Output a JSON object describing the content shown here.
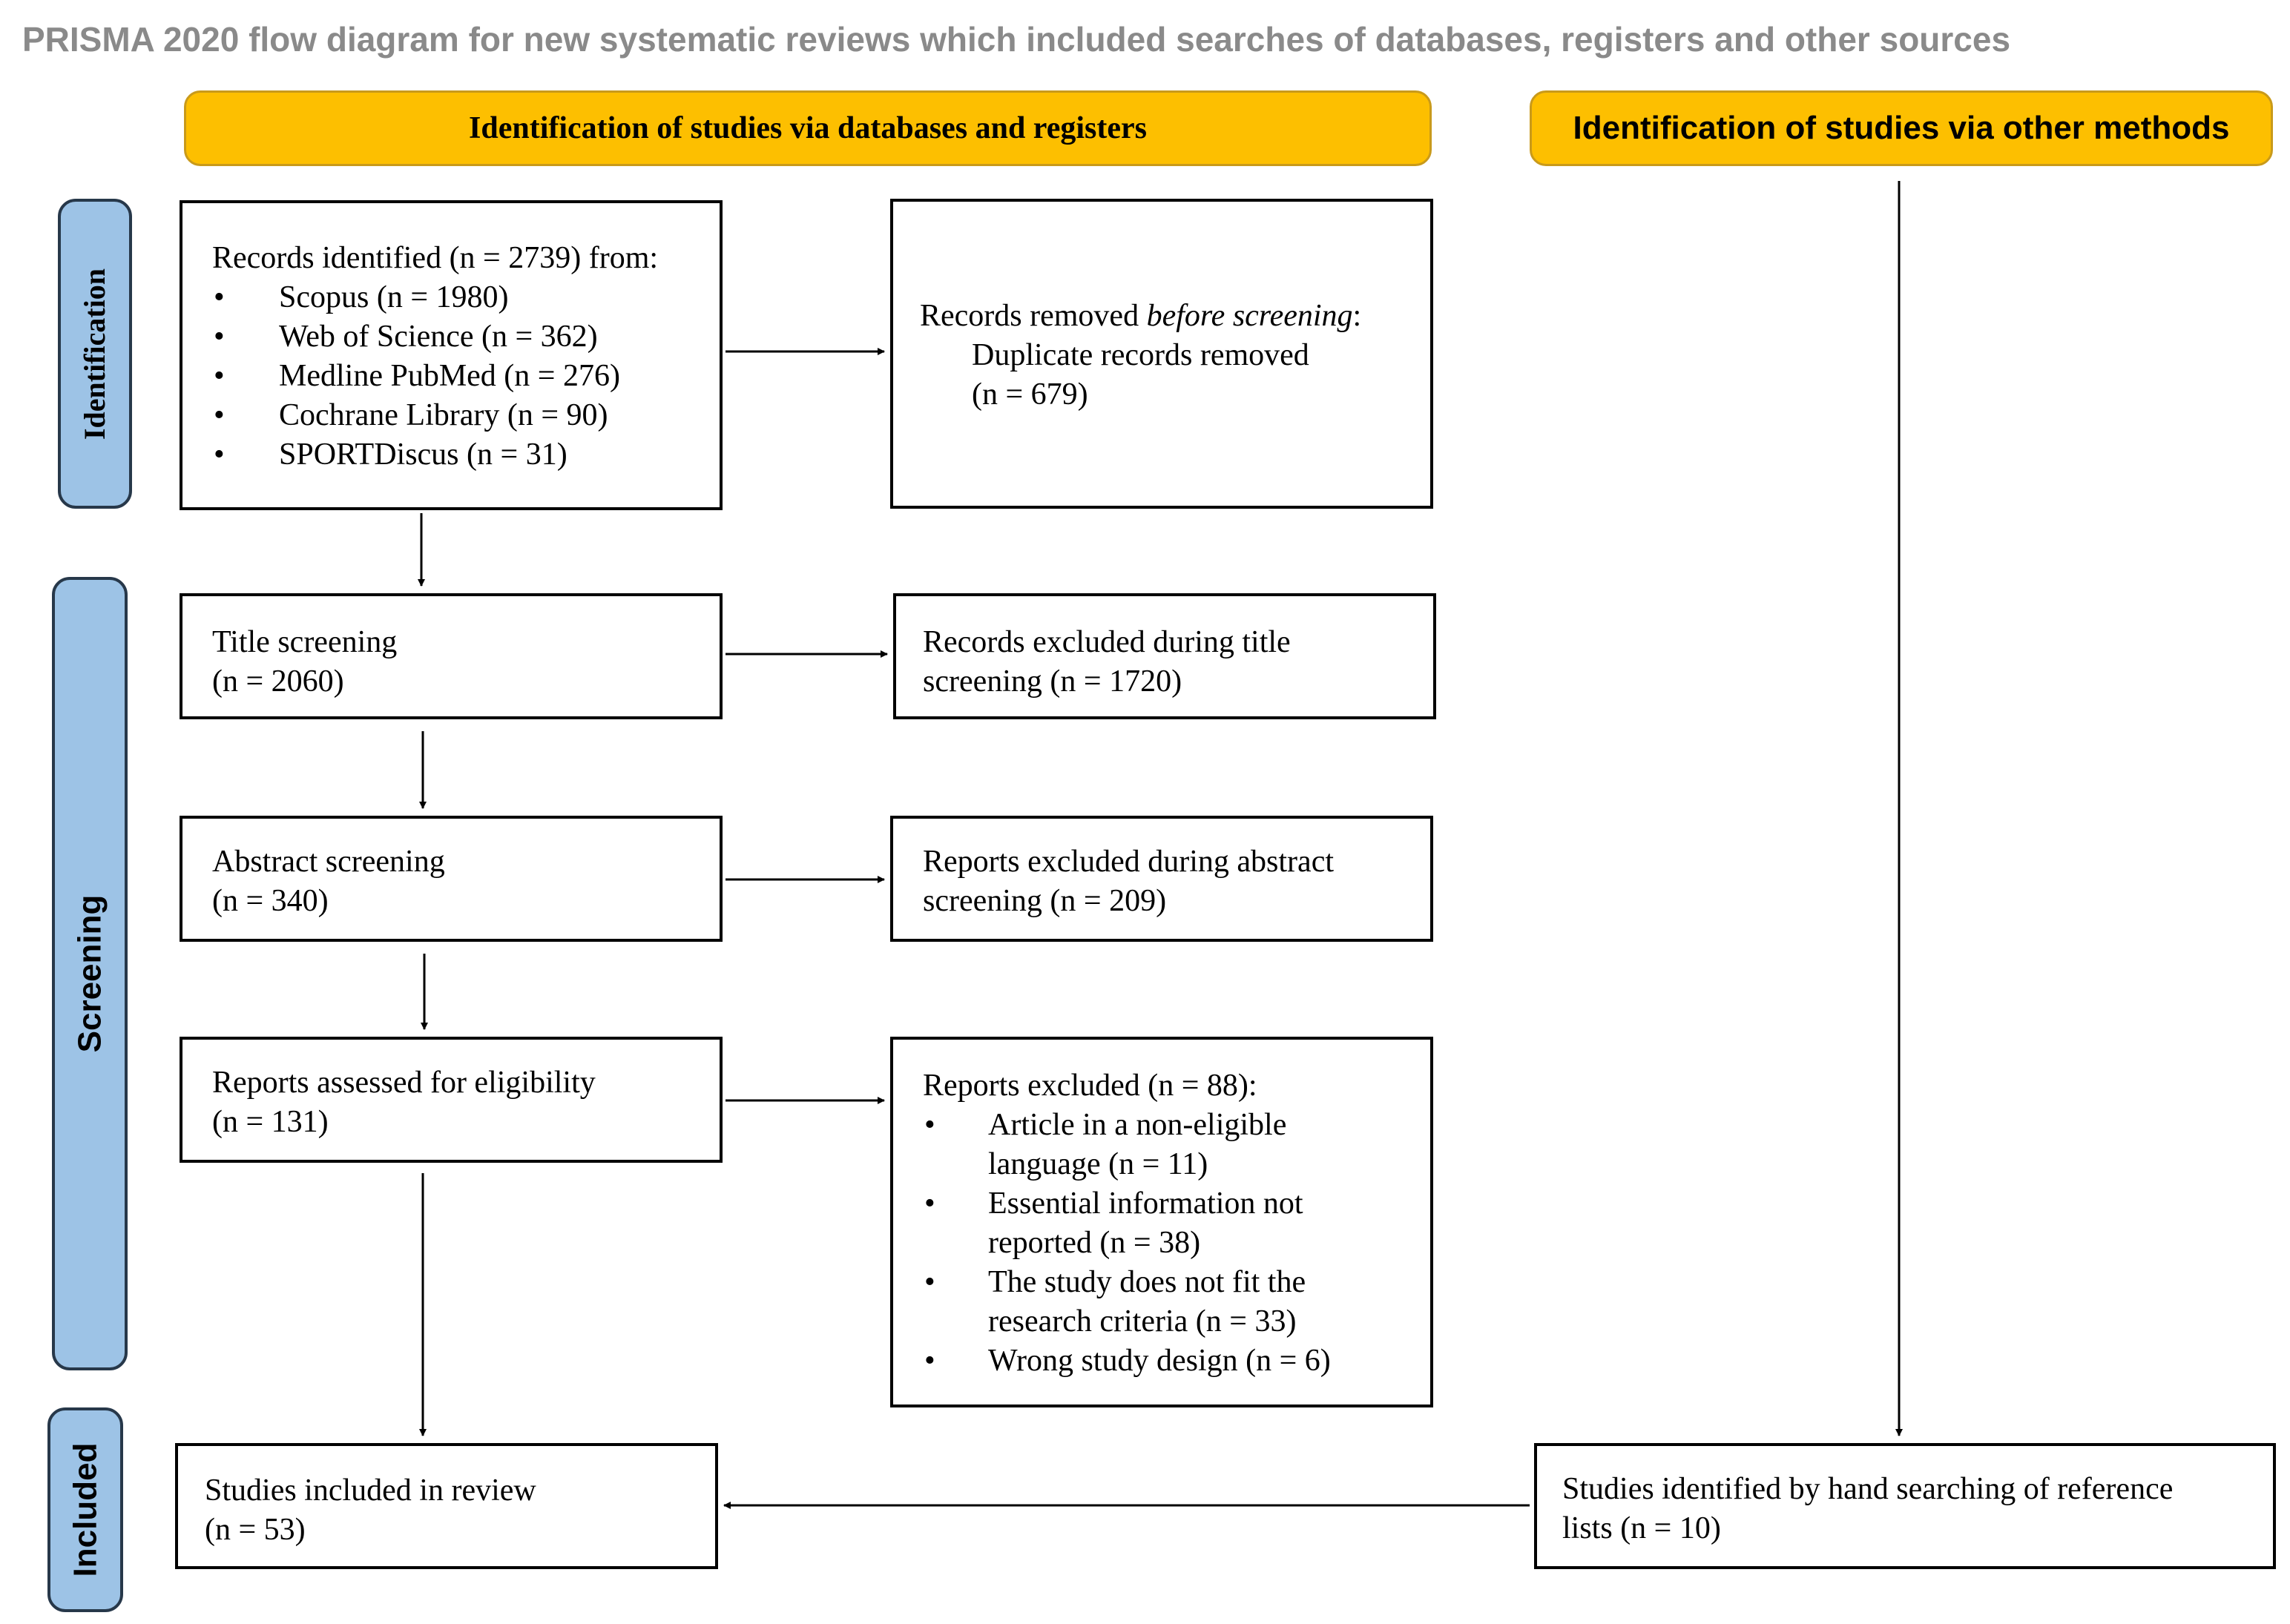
{
  "title": "PRISMA 2020 flow diagram for new systematic reviews which included searches of databases, registers and other sources",
  "headers": {
    "databases": "Identification of studies via databases and registers",
    "other": "Identification of studies via other methods"
  },
  "phases": {
    "identification": "Identification",
    "screening": "Screening",
    "included": "Included"
  },
  "records_identified": {
    "heading": "Records identified (n = 2739) from:",
    "sources": [
      "Scopus (n = 1980)",
      "Web of Science (n = 362)",
      "Medline PubMed (n = 276)",
      "Cochrane Library (n = 90)",
      "SPORTDiscus (n = 31)"
    ]
  },
  "records_removed": {
    "prefix": "Records removed ",
    "emphasis": "before screening",
    "suffix": ":",
    "line2": "Duplicate records removed",
    "line3": "(n = 679)"
  },
  "title_screening": {
    "line1": "Title screening",
    "line2": "(n = 2060)"
  },
  "title_excluded": {
    "line1": "Records excluded during title",
    "line2": "screening (n = 1720)"
  },
  "abstract_screening": {
    "line1": "Abstract screening",
    "line2": "(n = 340)"
  },
  "abstract_excluded": {
    "line1": "Reports excluded during abstract",
    "line2": "screening (n = 209)"
  },
  "eligibility": {
    "line1": "Reports assessed for eligibility",
    "line2": "(n = 131)"
  },
  "reports_excluded": {
    "heading": "Reports excluded (n = 88):",
    "reasons": [
      {
        "line1": "Article in a non-eligible",
        "line2": "language (n = 11)"
      },
      {
        "line1": "Essential information not",
        "line2": "reported (n = 38)"
      },
      {
        "line1": "The study does not fit the",
        "line2": "research criteria (n = 33)"
      },
      {
        "line1": "Wrong study design (n = 6)",
        "line2": ""
      }
    ]
  },
  "included": {
    "line1": "Studies included in review",
    "line2": "(n = 53)"
  },
  "hand_search": {
    "line1": "Studies identified by hand searching of reference",
    "line2": "lists (n = 10)"
  }
}
